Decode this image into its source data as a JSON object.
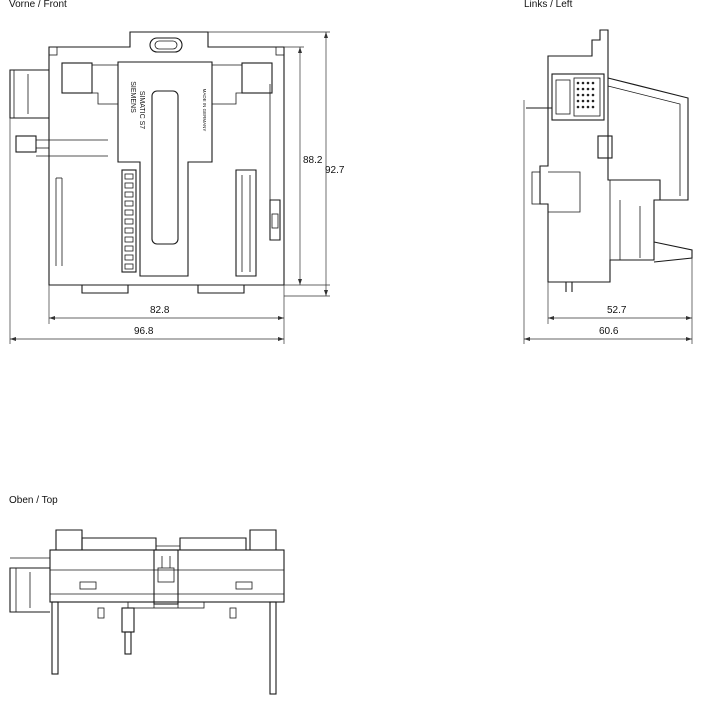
{
  "views": {
    "front_title": "Vorne / Front",
    "left_title": "Links / Left",
    "top_title": "Oben / Top"
  },
  "labels": {
    "brand": "SIEMENS",
    "model": "SIMATIC S7",
    "made_in": "MADE IN GERMANY"
  },
  "dimensions": {
    "front_width_inner": "82.8",
    "front_width_outer": "96.8",
    "front_height_inner": "88.2",
    "front_height_outer": "92.7",
    "left_width_inner": "52.7",
    "left_width_outer": "60.6"
  }
}
